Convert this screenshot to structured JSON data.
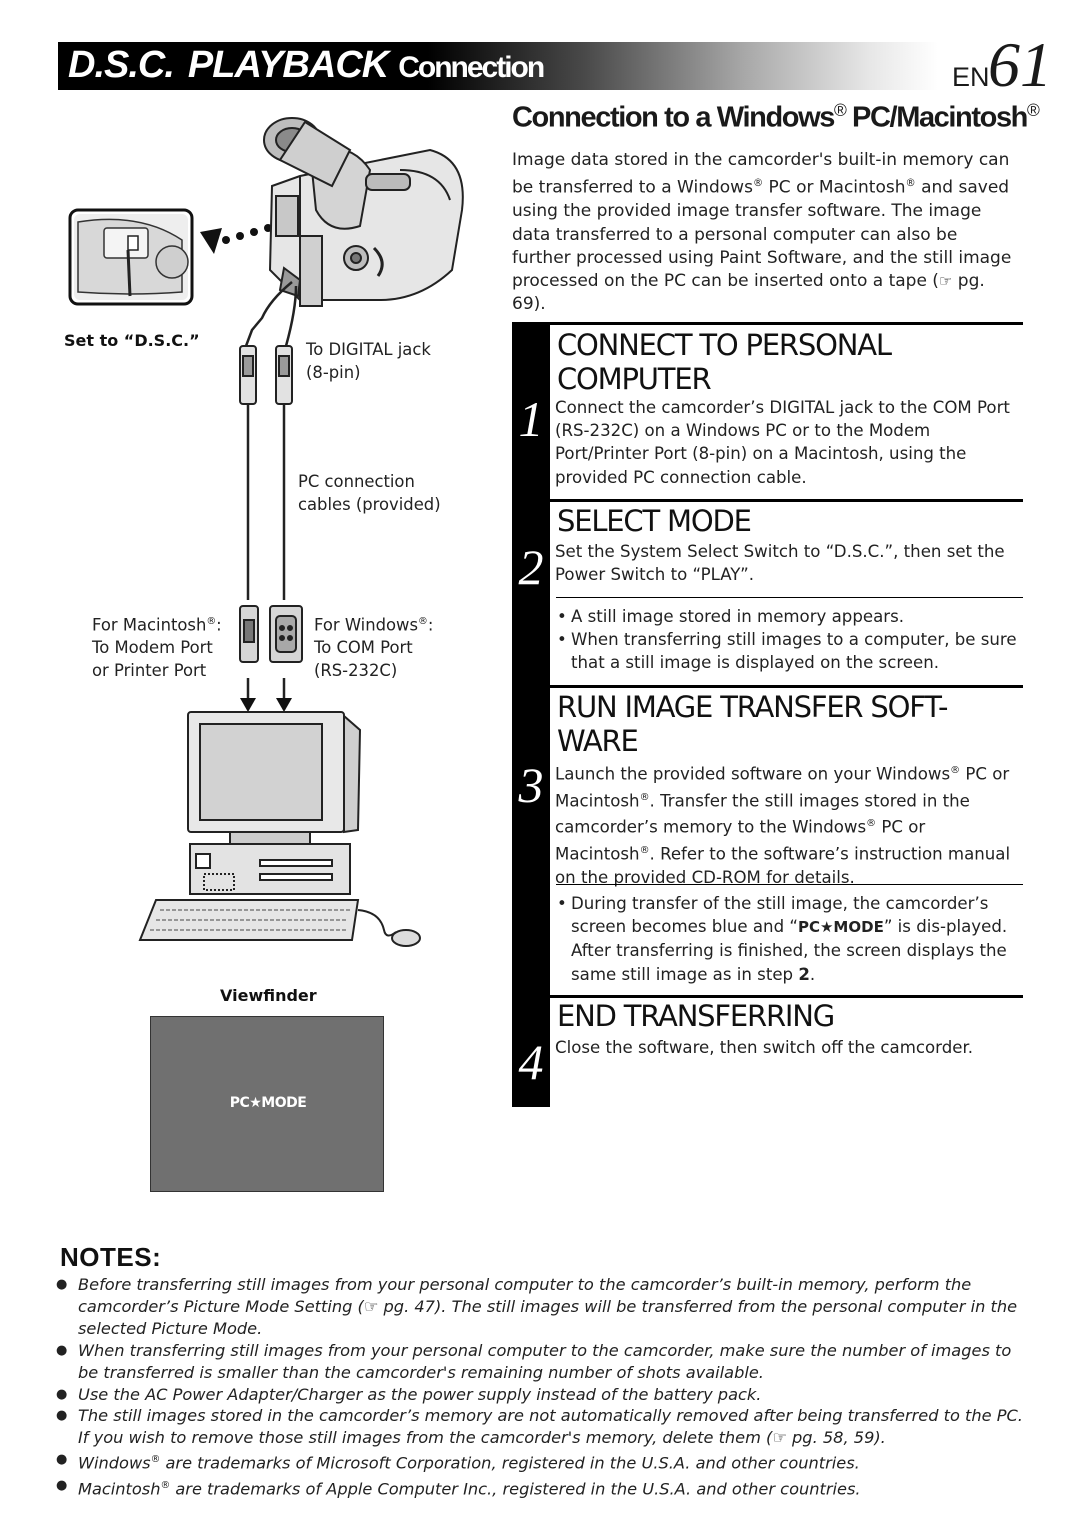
{
  "header": {
    "title_part1": "D.S.C.",
    "title_part2": "PLAYBACK",
    "title_part3": "Connection",
    "language": "EN",
    "page_number": "61"
  },
  "section": {
    "heading_main": "Connection to a Windows",
    "heading_mac": " PC/Macintosh",
    "reg_mark": "®",
    "intro_1": "Image data stored in the camcorder's built-in memory can be transferred to a Windows",
    "intro_2": " PC or Macintosh",
    "intro_3": " and saved using the provided image transfer software. The image data transferred to a personal computer can also be further processed using Paint Software, and the still image processed on the PC can be inserted onto a tape (",
    "intro_ref_icon": "☞",
    "intro_4": " pg. 69)."
  },
  "steps": [
    {
      "number": "1",
      "title_line1": "CONNECT TO PERSONAL",
      "title_line2": "COMPUTER",
      "body": "Connect the camcorder’s DIGITAL jack to the COM Port (RS-232C) on a Windows PC or to the Modem Port/Printer Port (8-pin) on a Macintosh, using the provided PC connection cable."
    },
    {
      "number": "2",
      "title_line1": "SELECT MODE",
      "body": "Set the System Select Switch to “D.S.C.”, then set the Power Switch to “PLAY”.",
      "bullets": [
        "A still image stored in memory appears.",
        "When transferring still images to a computer, be sure that a still image is displayed on the screen."
      ]
    },
    {
      "number": "3",
      "title_line1": "RUN IMAGE TRANSFER SOFT-",
      "title_line2": "WARE",
      "body_1": "Launch the provided software on your Windows",
      "body_2": " PC or Macintosh",
      "body_3": ". Transfer the still images stored in the camcorder’s memory to the Windows",
      "body_4": " PC or Macintosh",
      "body_5": ". Refer to the software’s instruction manual on the provided CD-ROM for details.",
      "bullet_1": "During transfer of the still image, the camcorder’s screen becomes blue and “",
      "bullet_pcmode": "PC★MODE",
      "bullet_2": "” is dis-played. After transferring is finished, the screen displays the same still image as in step ",
      "bullet_step_ref": "2",
      "bullet_3": "."
    },
    {
      "number": "4",
      "title_line1": "END TRANSFERRING",
      "body": "Close the software, then switch off the camcorder."
    }
  ],
  "illustration": {
    "set_to": "Set to “D.S.C.”",
    "digital_jack_1": "To DIGITAL jack",
    "digital_jack_2": "(8-pin)",
    "cables_1": "PC connection",
    "cables_2": "cables (provided)",
    "mac_1a": "For Macintosh",
    "mac_1b": ":",
    "mac_2": "To Modem Port",
    "mac_3": "or Printer Port",
    "win_1a": "For Windows",
    "win_1b": ":",
    "win_2": "To COM Port",
    "win_3": "(RS-232C)",
    "viewfinder_label": "Viewfinder",
    "viewfinder_text": "PC★MODE"
  },
  "notes": {
    "title": "NOTES:",
    "items": {
      "n1a": "Before transferring still images from your personal computer to the camcorder’s built-in memory, perform the camcorder’s Picture Mode Setting (",
      "n1b": " pg. 47). The still images will be transferred from the personal computer in the selected Picture Mode.",
      "n2": "When transferring still images from your personal computer to the camcorder, make sure the number of images to be transferred is smaller than the camcorder's remaining number of shots available.",
      "n3": "Use the AC Power Adapter/Charger as the power supply instead of the battery pack.",
      "n4a": "The still images stored in the camcorder’s memory are not automatically removed after being transferred to the PC. If you wish to remove those still images from the camcorder's memory, delete them (",
      "n4b": " pg. 58, 59).",
      "n5a": "Windows",
      "n5b": " are trademarks of Microsoft Corporation, registered in the U.S.A. and other countries.",
      "n6a": "Macintosh",
      "n6b": " are trademarks of Apple Computer Inc., registered in the U.S.A. and other countries."
    },
    "ref_icon": "☞"
  }
}
